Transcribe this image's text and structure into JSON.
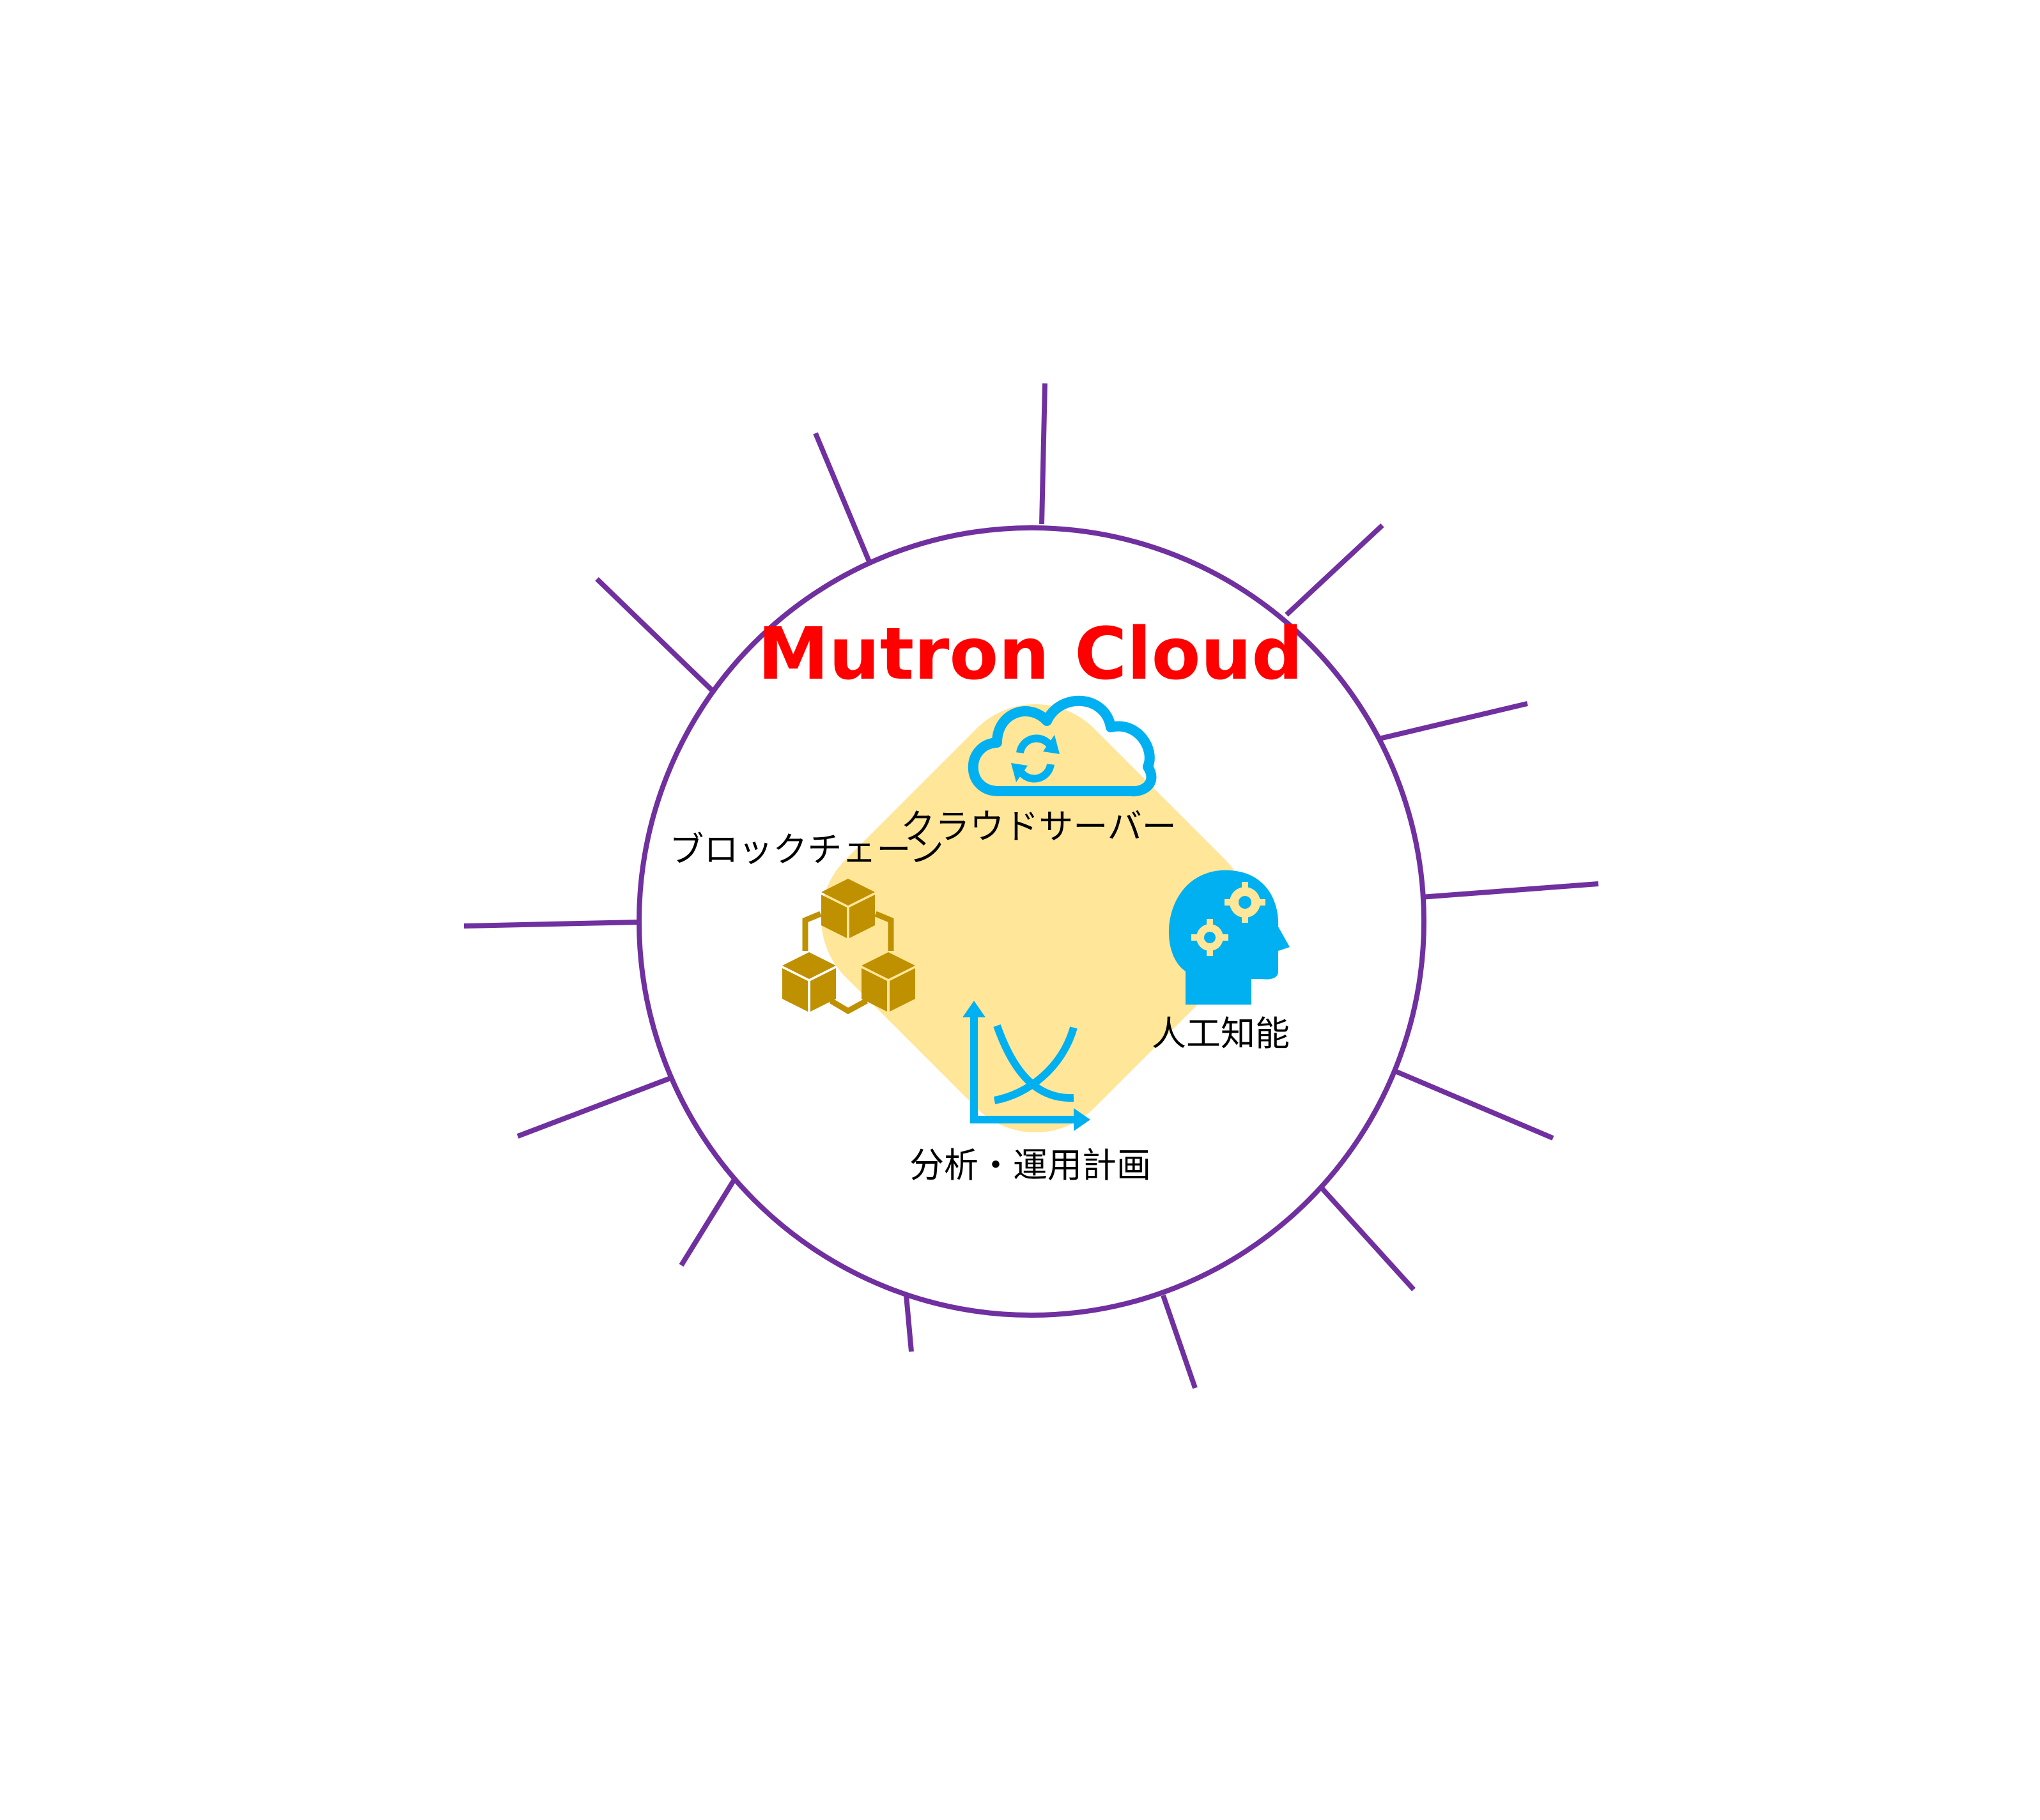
{
  "title": "Mutron Cloud",
  "labels": {
    "cloud_server": "クラウドサーバー",
    "blockchain": "ブロックチェーン",
    "ai": "人工知能",
    "analytics": "分析・運用計画"
  },
  "icons": {
    "cloud_server": "cloud-sync-icon",
    "blockchain": "blockchain-cubes-icon",
    "ai": "head-gears-icon",
    "analytics": "curve-chart-icon"
  },
  "colors": {
    "title": "#FF0000",
    "ring": "#7030A0",
    "core": "#FFE699",
    "icon_blue": "#00B0F0",
    "icon_gold": "#BF9000",
    "text": "#000000"
  }
}
